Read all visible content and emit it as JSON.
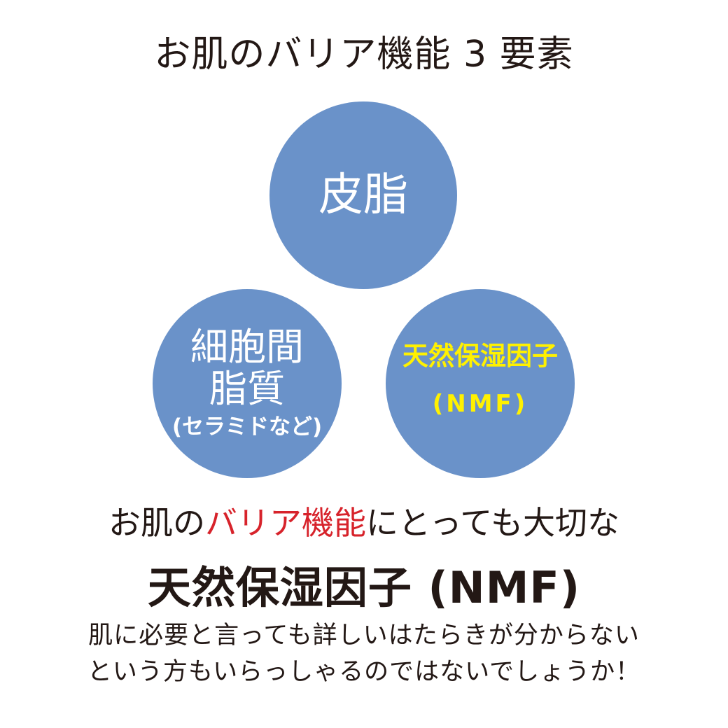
{
  "title": "お肌のバリア機能 3 要素",
  "circles": {
    "top": {
      "label": "皮脂"
    },
    "left": {
      "line1": "細胞間",
      "line2": "脂質",
      "sub": "(セラミドなど)"
    },
    "right": {
      "label": "天然保湿因子",
      "sub": "(NMF)"
    }
  },
  "tagline": {
    "prefix": "お肌の",
    "accent": "バリア機能",
    "suffix": "にとっても大切な"
  },
  "headline": "天然保湿因子 (NMF)",
  "body": {
    "line1": "肌に必要と言っても詳しいはたらきが分からない",
    "line2": "という方もいらっしゃるのではないでしょうか！"
  },
  "colors": {
    "circle": "#6a92c9",
    "circle_text": "#ffffff",
    "nmf_text": "#fff100",
    "accent": "#d7232b",
    "text": "#231815"
  }
}
